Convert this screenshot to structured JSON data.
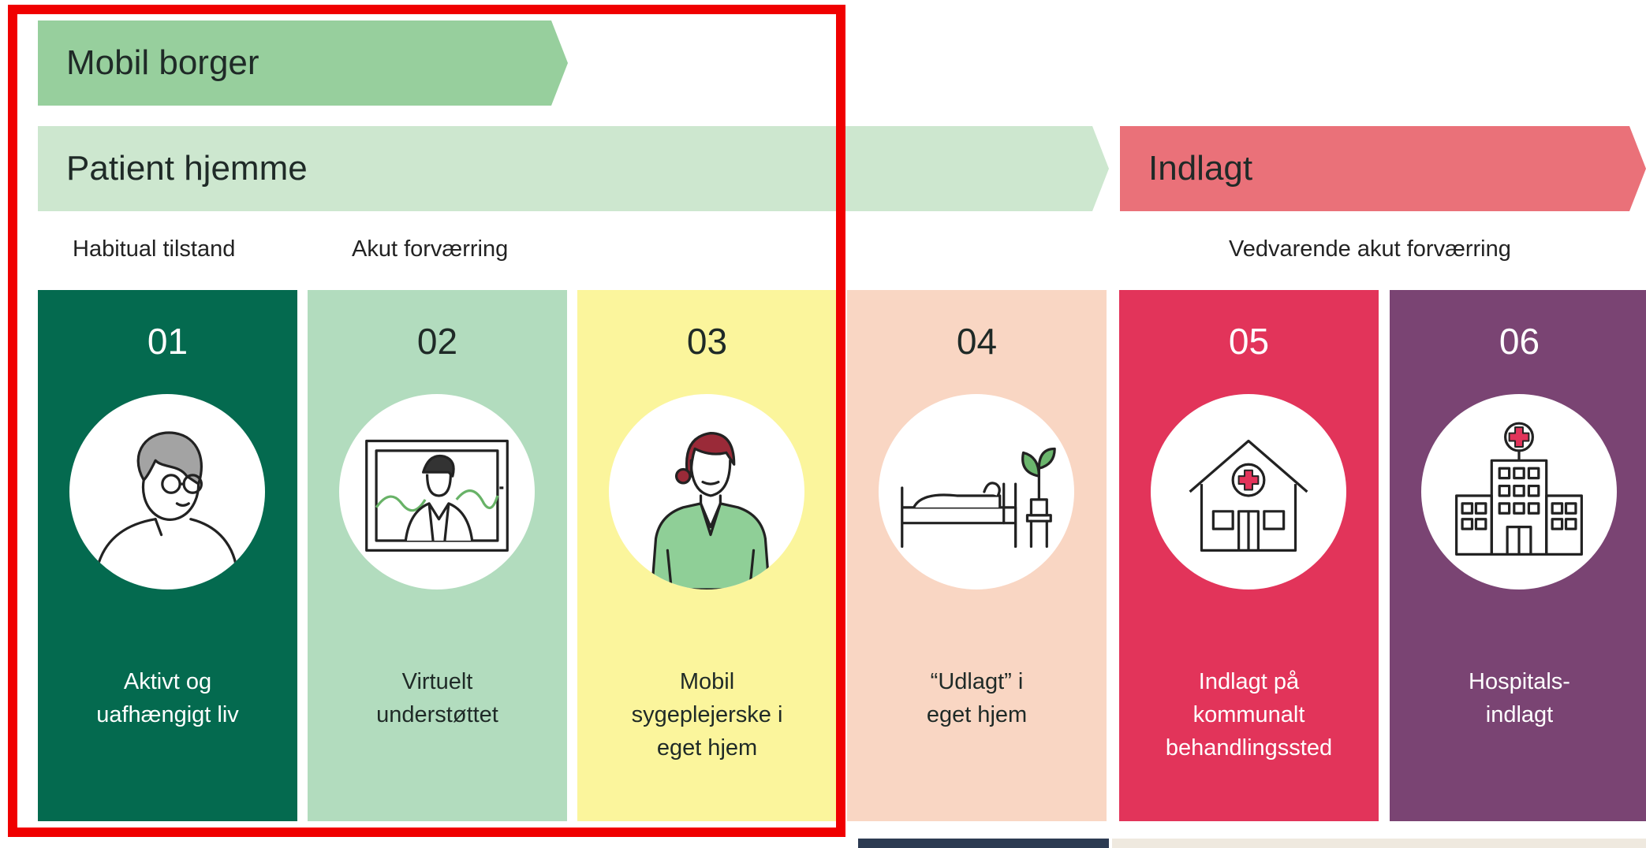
{
  "bands": {
    "mobil_borger": "Mobil borger",
    "patient_hjemme": "Patient hjemme",
    "indlagt": "Indlagt"
  },
  "sublabels": {
    "habitual": "Habitual tilstand",
    "akut": "Akut forværring",
    "vedvarende": "Vedvarende akut forværring"
  },
  "steps": [
    {
      "number": "01",
      "label": "Aktivt og\nuafhængigt liv",
      "icon": "elderly-person-icon",
      "color": "#046a4f",
      "text_color": "#ffffff"
    },
    {
      "number": "02",
      "label": "Virtuelt\nunderstøttet",
      "icon": "video-doctor-icon",
      "color": "#b2dcbe",
      "text_color": "#1f2a27"
    },
    {
      "number": "03",
      "label": "Mobil\nsygeplejerske i\neget hjem",
      "icon": "nurse-icon",
      "color": "#fbf59c",
      "text_color": "#1f2a27"
    },
    {
      "number": "04",
      "label": "“Udlagt” i\neget hjem",
      "icon": "bed-plant-icon",
      "color": "#f9d6c3",
      "text_color": "#1f2a27"
    },
    {
      "number": "05",
      "label": "Indlagt på\nkommunalt\nbehandlingssted",
      "icon": "clinic-house-icon",
      "color": "#e2345a",
      "text_color": "#ffffff"
    },
    {
      "number": "06",
      "label": "Hospitals-\nindlagt",
      "icon": "hospital-building-icon",
      "color": "#7a4473",
      "text_color": "#ffffff"
    }
  ],
  "highlight_color": "#f00000"
}
